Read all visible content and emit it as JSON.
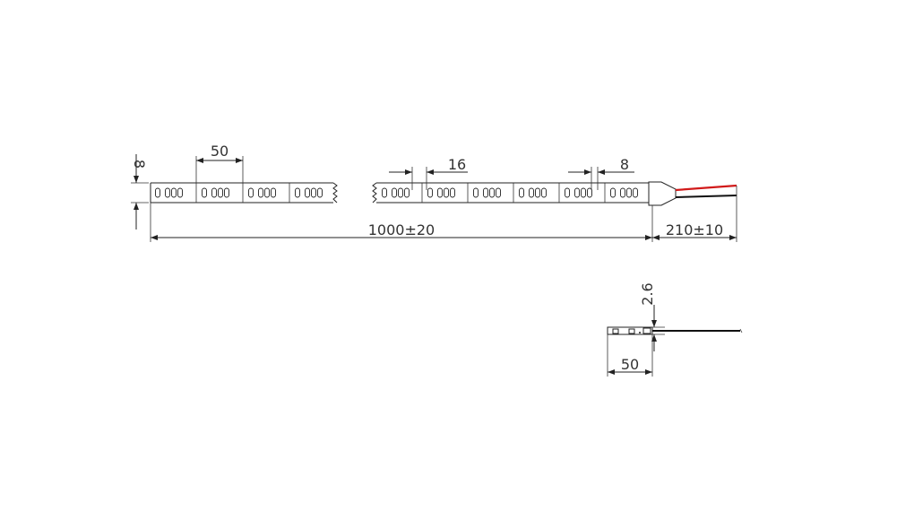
{
  "dimensions": {
    "width": "8",
    "segment_length": "50",
    "led_pitch": "16",
    "led_gap": "8",
    "total_length": "1000±20",
    "lead_length": "210±10",
    "thickness": "2.6",
    "side_segment_length": "50"
  },
  "colors": {
    "line": "#222222",
    "wire_red": "#d11a1a",
    "wire_black": "#111111",
    "text": "#333333"
  }
}
